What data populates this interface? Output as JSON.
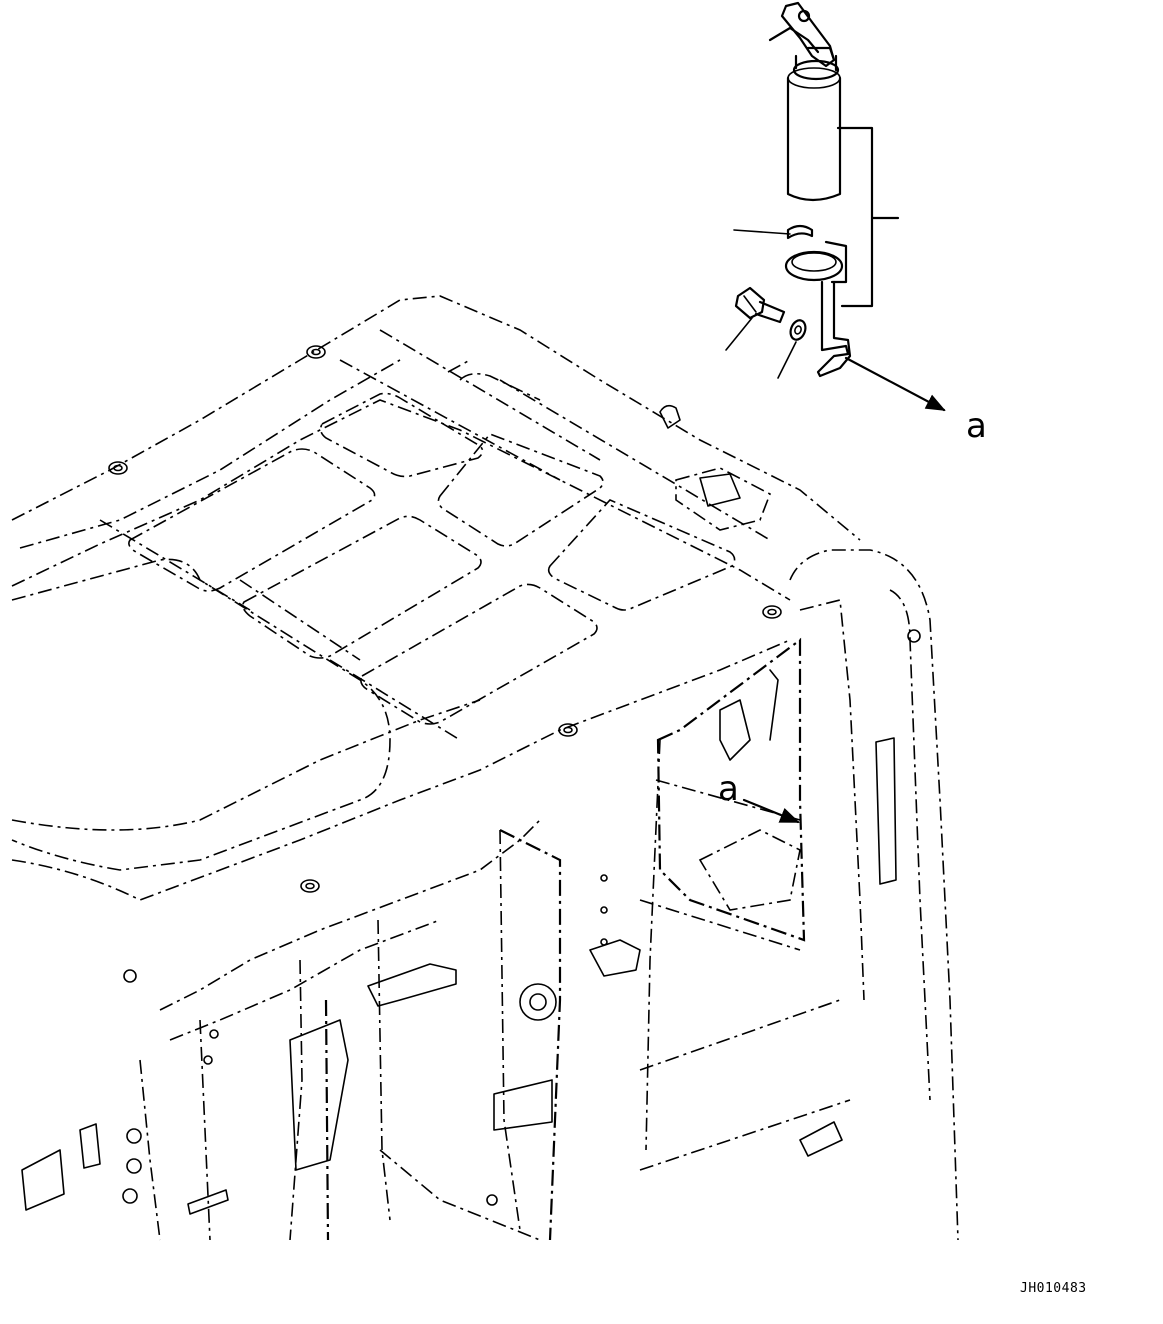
{
  "callouts": {
    "detail_letter": "a",
    "cab_letter": "a"
  },
  "drawing_code": "JH010483"
}
